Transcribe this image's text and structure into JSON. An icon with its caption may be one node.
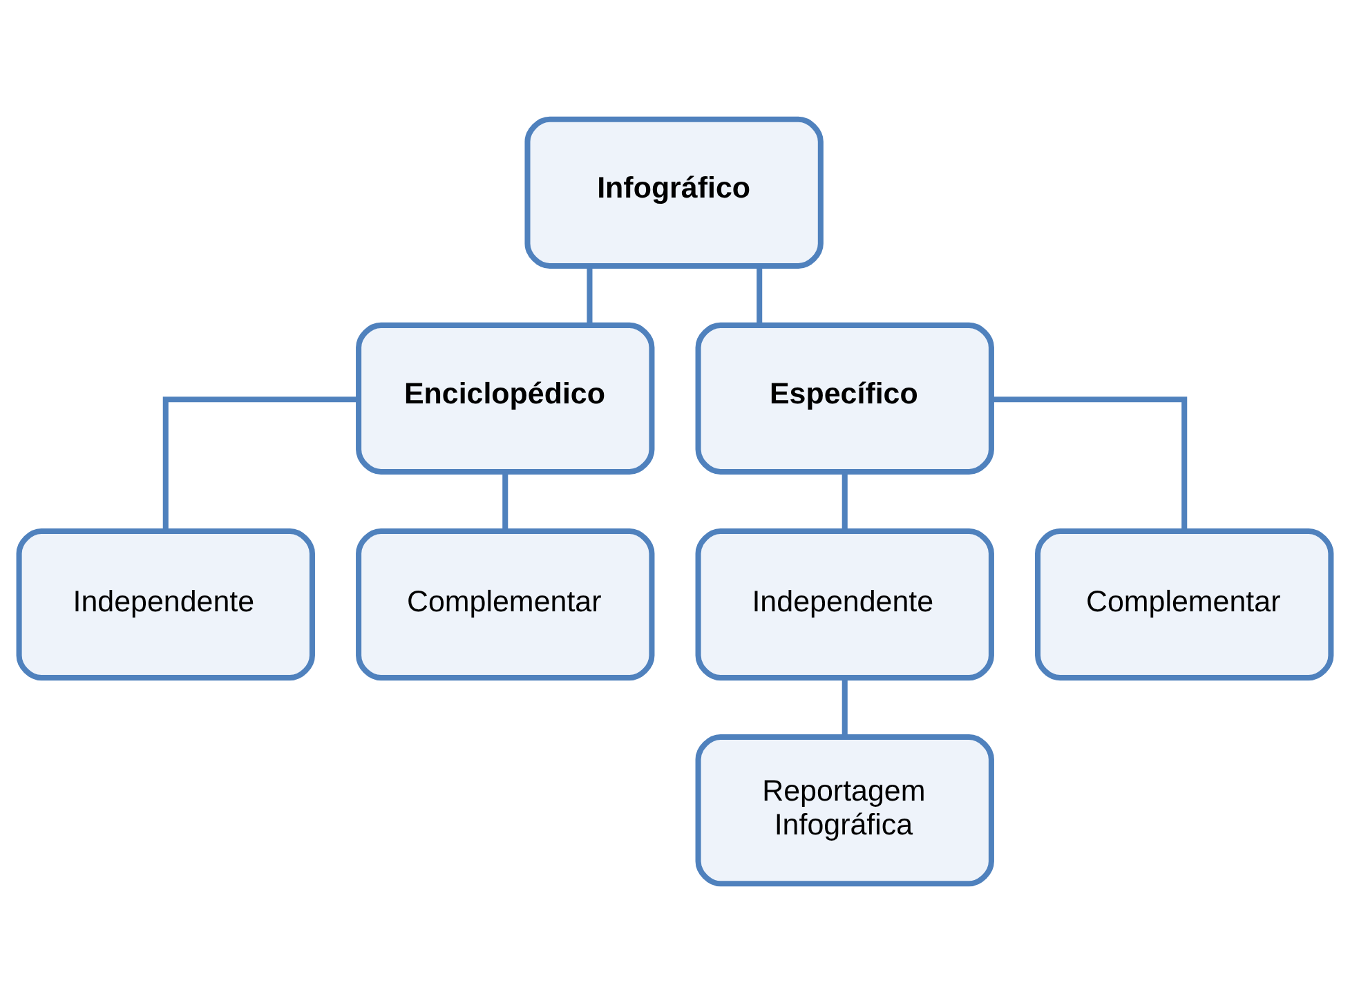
{
  "diagram": {
    "nodes": [
      {
        "text": [
          "Infográfico"
        ]
      },
      {
        "text": [
          "Enciclopédico"
        ]
      },
      {
        "text": [
          "Específico"
        ]
      },
      {
        "text": [
          "Independente"
        ]
      },
      {
        "text": [
          "Complementar"
        ]
      },
      {
        "text": [
          "Independente"
        ]
      },
      {
        "text": [
          "Complementar"
        ]
      },
      {
        "text": [
          "Reportagem Infográfica"
        ]
      }
    ],
    "edges": [
      {
        "from": 0,
        "to": 1,
        "arrow": "none"
      },
      {
        "from": 0,
        "to": 2,
        "arrow": "none"
      },
      {
        "from": 1,
        "to": 3,
        "arrow": "none"
      },
      {
        "from": 1,
        "to": 4,
        "arrow": "none"
      },
      {
        "from": 2,
        "to": 5,
        "arrow": "none"
      },
      {
        "from": 2,
        "to": 6,
        "arrow": "none"
      },
      {
        "from": 5,
        "to": 7,
        "arrow": "none"
      }
    ]
  }
}
